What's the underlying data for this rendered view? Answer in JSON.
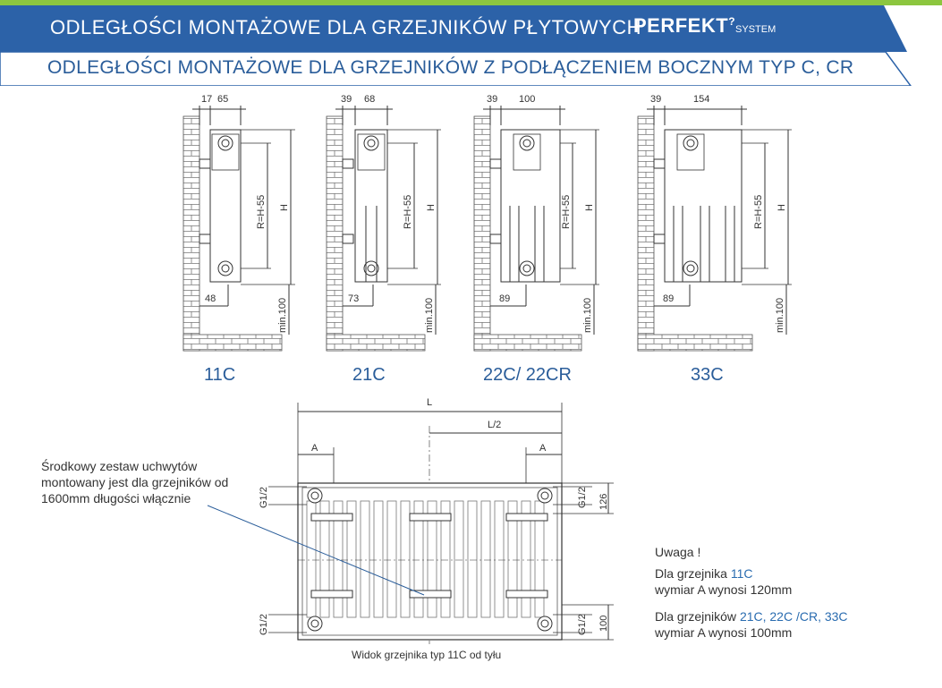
{
  "header": {
    "title": "ODLEGŁOŚCI  MONTAŻOWE  DLA GRZEJNIKÓW  PŁYTOWYCH",
    "brand_main": "PERFEKT",
    "brand_sub": "SYSTEM",
    "subtitle": "ODLEGŁOŚCI MONTAŻOWE DLA GRZEJNIKÓW Z PODŁĄCZENIEM BOCZNYM TYP C, CR"
  },
  "types": [
    {
      "label": "11C",
      "wall_gap": "17",
      "depth": "65",
      "bottom": "48"
    },
    {
      "label": "21C",
      "wall_gap": "39",
      "depth": "68",
      "bottom": "73"
    },
    {
      "label": "22C/ 22CR",
      "wall_gap": "39",
      "depth": "100",
      "bottom": "89"
    },
    {
      "label": "33C",
      "wall_gap": "39",
      "depth": "154",
      "bottom": "89"
    }
  ],
  "dims": {
    "r": "R=H-55",
    "h": "H",
    "min": "min.100",
    "L": "L",
    "L2": "L/2",
    "A": "A",
    "g": "G1/2",
    "top_offset": "126",
    "bottom_offset": "100"
  },
  "callout": "Środkowy zestaw uchwytów montowany jest dla grzejników od 1600mm długości włącznie",
  "caption": "Widok grzejnika typ 11C od tyłu",
  "note": {
    "title": "Uwaga !",
    "line1_prefix": "Dla grzejnika ",
    "line1_hl": "11C",
    "line2": "wymiar A wynosi 120mm",
    "line3_prefix": "Dla grzejników ",
    "line3_hl": "21C, 22C /CR, 33C",
    "line4": "wymiar A wynosi 100mm"
  }
}
